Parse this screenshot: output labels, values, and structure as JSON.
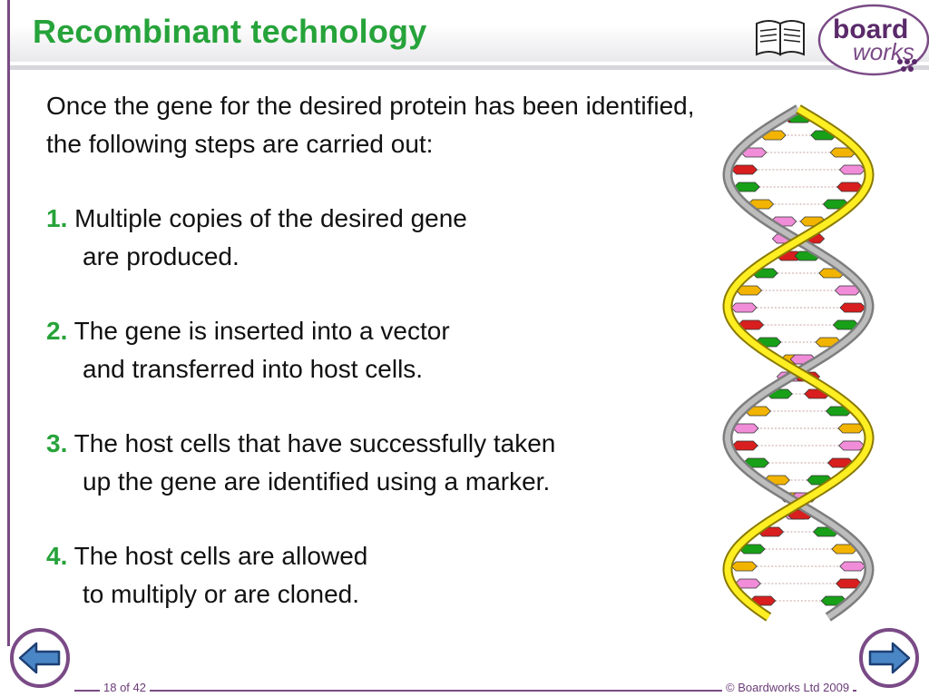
{
  "slide": {
    "title": "Recombinant technology",
    "intro": "Once the gene for the desired protein has been identified, the following steps are carried out:",
    "steps": [
      {
        "number": "1.",
        "line1": "Multiple copies of the desired gene",
        "line2": "are produced."
      },
      {
        "number": "2.",
        "line1": "The gene is inserted into a vector",
        "line2": "and transferred into host cells."
      },
      {
        "number": "3.",
        "line1": "The host cells that have successfully taken",
        "line2": "up the gene are identified using a marker."
      },
      {
        "number": "4.",
        "line1": "The host cells are allowed",
        "line2": "to multiply or are cloned."
      }
    ]
  },
  "logo": {
    "text_top": "board",
    "text_bottom": "works"
  },
  "footer": {
    "page": "18 of 42",
    "copyright": "© Boardworks Ltd 2009"
  },
  "icons": {
    "prev": "arrow-left-icon",
    "next": "arrow-right-icon",
    "logo": "book-icon"
  },
  "colors": {
    "accent": "#26a33a",
    "brand": "#6b3c78"
  }
}
